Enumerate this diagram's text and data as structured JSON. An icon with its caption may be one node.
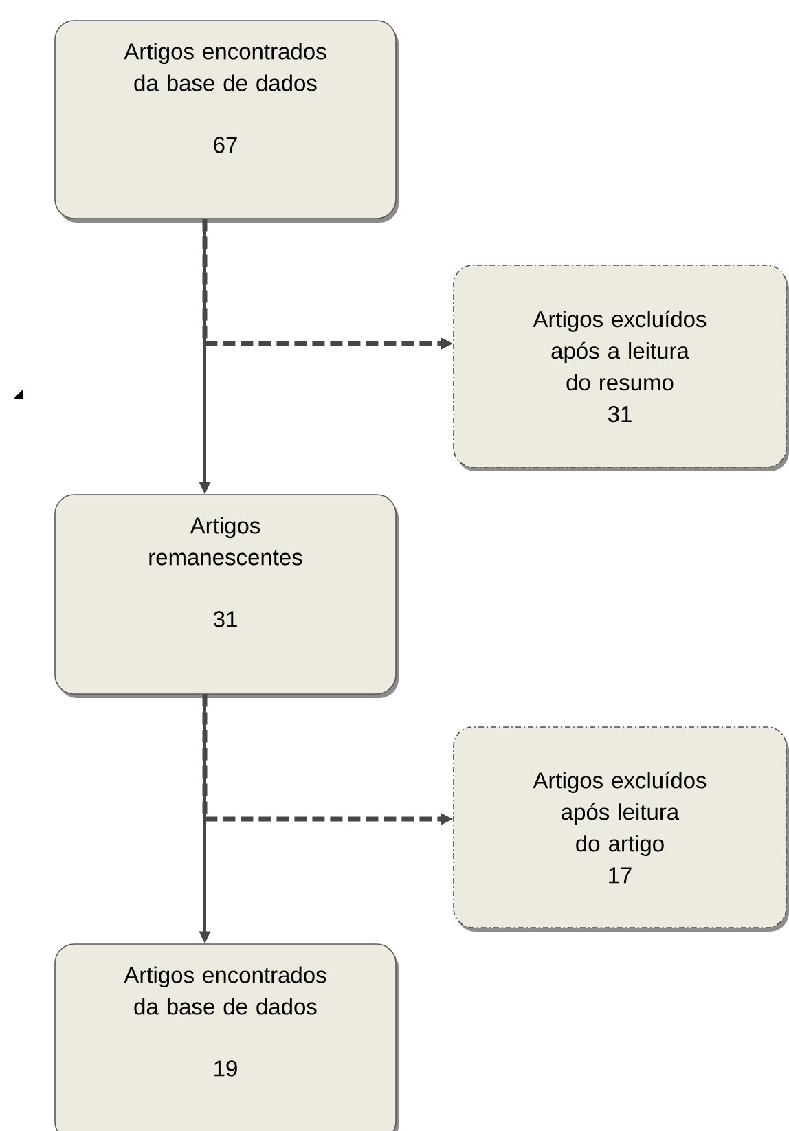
{
  "diagram": {
    "nodes": [
      {
        "text": [
          "Artigos encontrados da base de dados",
          "67"
        ]
      },
      {
        "text": [
          "Artigos excluídos após a leitura do resumo",
          "31"
        ]
      },
      {
        "text": [
          "Artigos remanescentes",
          "31"
        ]
      },
      {
        "text": [
          "Artigos excluídos após leitura do artigo",
          "17"
        ]
      },
      {
        "text": [
          "Artigos encontrados da base de dados",
          "19"
        ]
      }
    ],
    "edges": [
      {
        "from": 0,
        "to": 2,
        "arrow": "to"
      },
      {
        "from": 0,
        "to": 1,
        "arrow": "to",
        "style": "dashed"
      },
      {
        "from": 2,
        "to": 4,
        "arrow": "to"
      },
      {
        "from": 2,
        "to": 3,
        "arrow": "to",
        "style": "dashed"
      }
    ]
  }
}
